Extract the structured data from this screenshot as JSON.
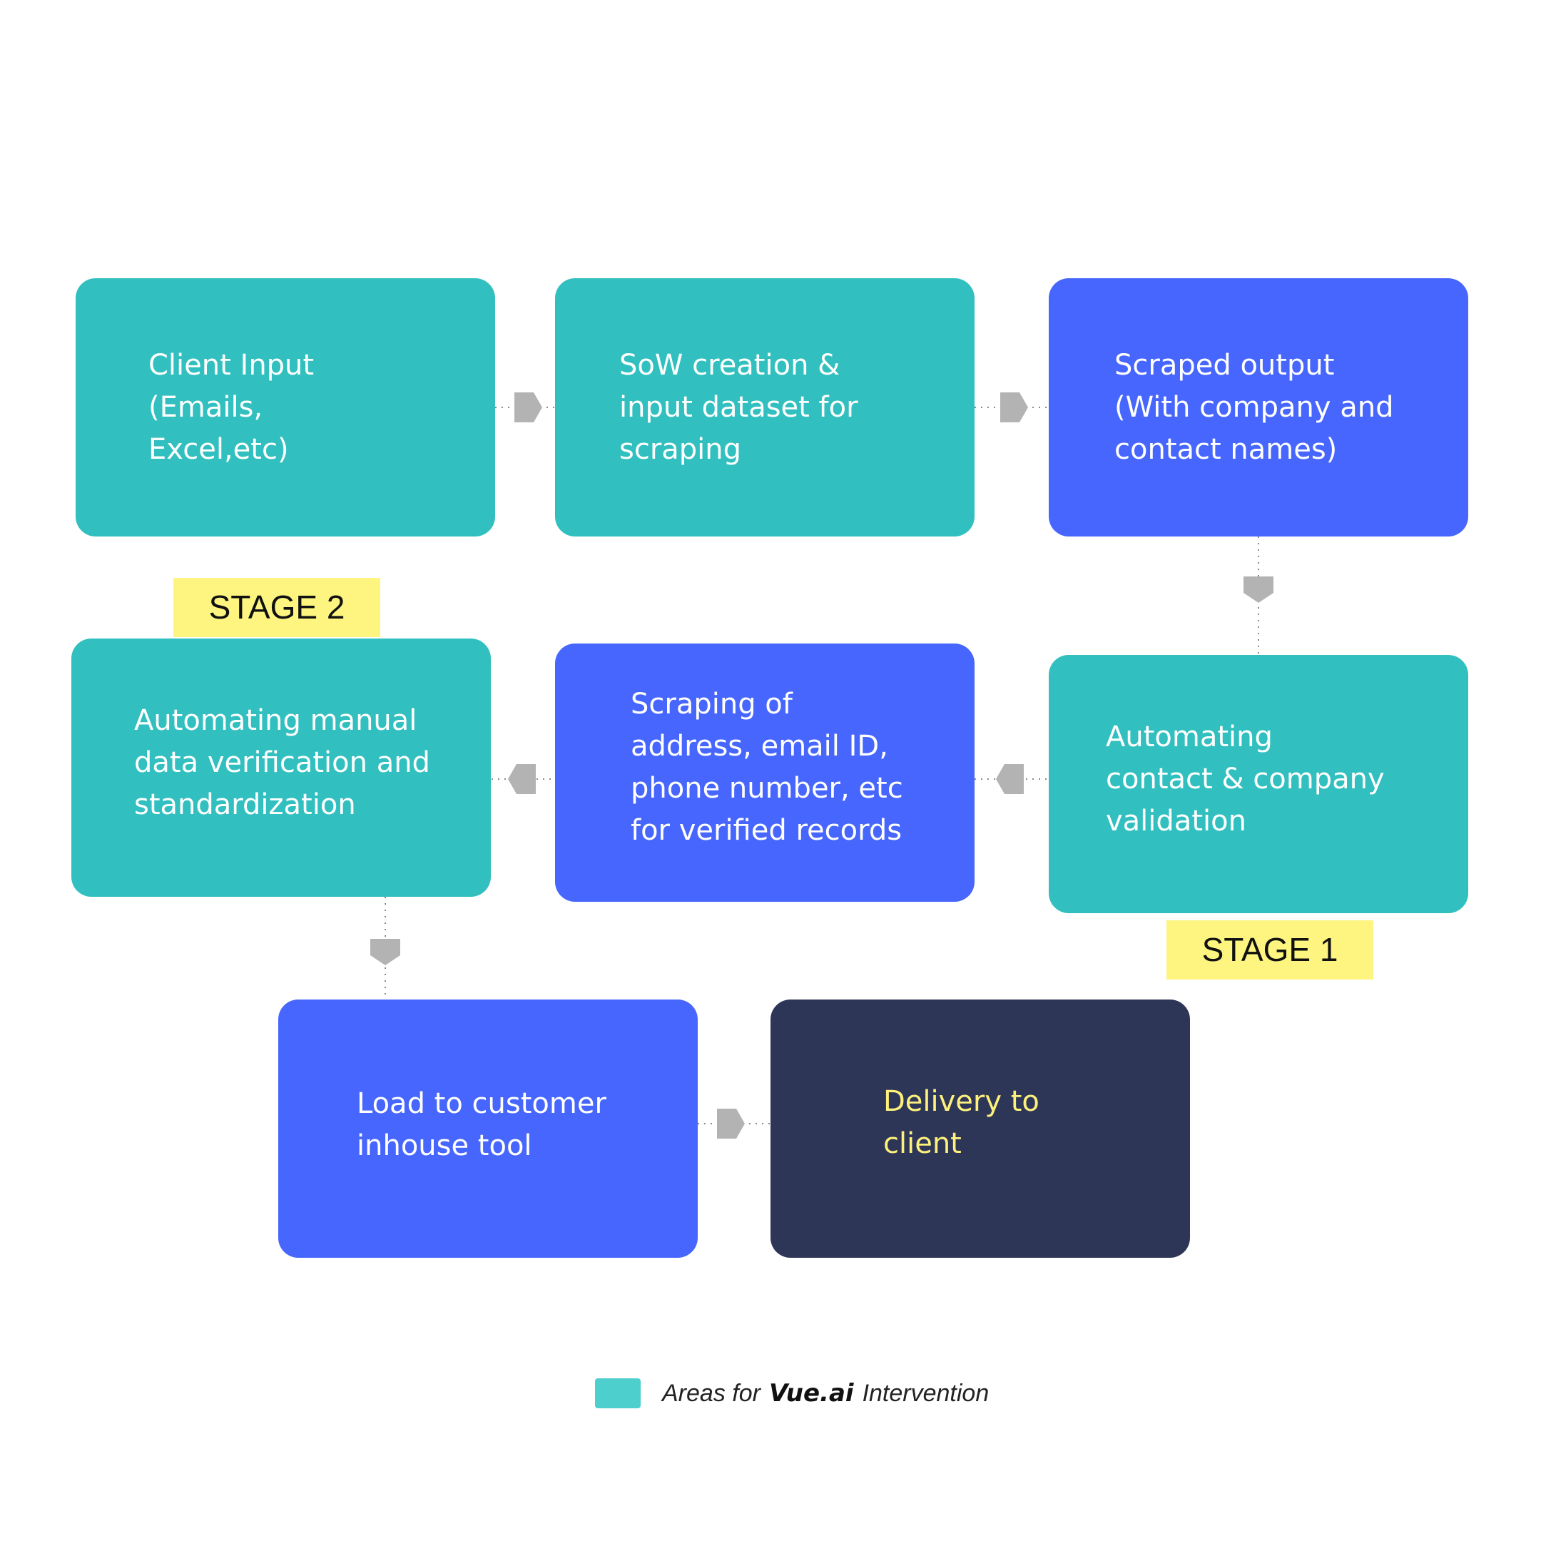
{
  "nodes": {
    "client_input": "Client Input\n(Emails,\nExcel,etc)",
    "sow_creation": "SoW creation &\ninput dataset for\nscraping",
    "scraped_output": "Scraped output\n(With company and\ncontact names)",
    "automating_manual": "Automating manual\ndata verification and\nstandardization",
    "scraping_address": "Scraping of\naddress, email ID,\nphone number, etc\nfor verified records",
    "contact_validation": "Automating\ncontact & company\nvalidation",
    "load_inhouse": "Load to customer\ninhouse tool",
    "delivery": "Delivery to\nclient"
  },
  "stages": {
    "stage_2": "STAGE 2",
    "stage_1": "STAGE 1"
  },
  "legend": {
    "prefix": "Areas for",
    "brand": "Vue.ai",
    "suffix": "Intervention"
  },
  "colors": {
    "teal": "#31bfbf",
    "blue": "#4666fd",
    "navy": "#2e3658",
    "stage_highlight": "#fdf580",
    "delivery_text": "#fdf17c",
    "legend_swatch": "#4ccfcd",
    "connector": "#b3b3b3"
  }
}
